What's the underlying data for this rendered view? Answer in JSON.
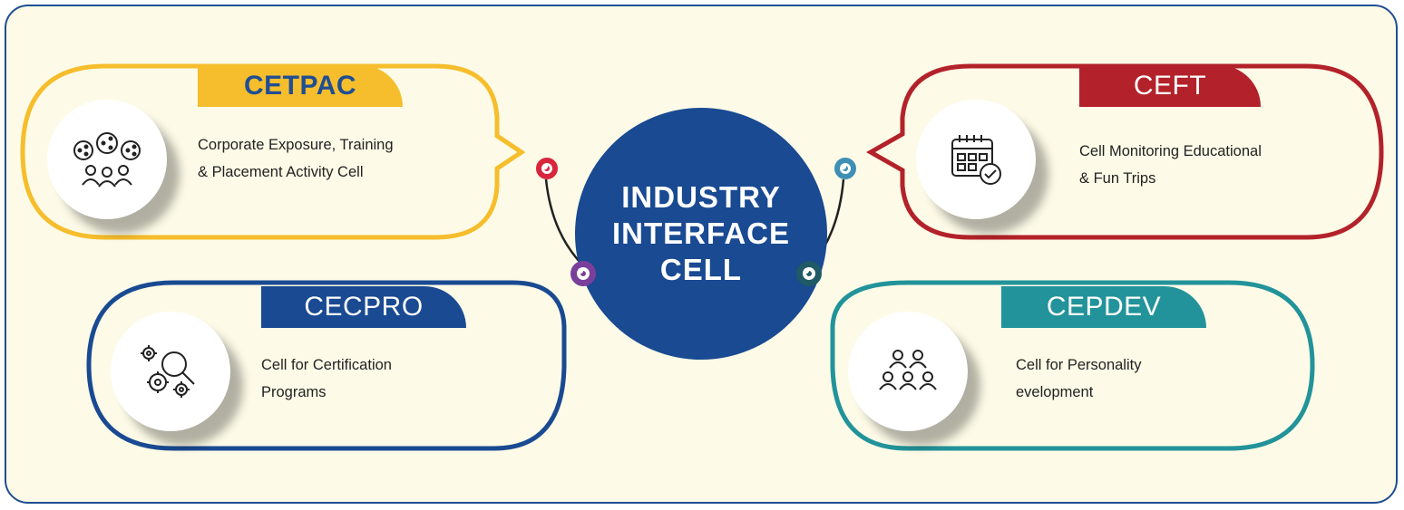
{
  "center": {
    "title": "INDUSTRY INTERFACE CELL"
  },
  "colors": {
    "frame": "#1f4e93",
    "background": "#fdfbe7",
    "center": "#194a92",
    "cetpac": "#f6bd2c",
    "cetpac_text": "#1f4e93",
    "ceft": "#b3222a",
    "cecpro": "#194a92",
    "cepdev": "#22939a",
    "node_red": "#d7263d",
    "node_blue": "#3f8fb5",
    "node_purple": "#7a3f9a",
    "node_teal": "#1f5a66"
  },
  "cells": [
    {
      "id": "cetpac",
      "tab": "CETPAC",
      "line1": "Corporate Exposure, Training",
      "line2": "& Placement Activity Cell",
      "icon": "people-share-icon"
    },
    {
      "id": "ceft",
      "tab": "CEFT",
      "line1": "Cell Monitoring Educational",
      "line2": "& Fun Trips",
      "icon": "calendar-check-icon"
    },
    {
      "id": "cecpro",
      "tab": "CECPRO",
      "line1": "Cell for Certification",
      "line2": "Programs",
      "icon": "gears-search-icon"
    },
    {
      "id": "cepdev",
      "tab": "CEPDEV",
      "line1": "Cell for Personality",
      "line2": "evelopment",
      "icon": "people-group-icon"
    }
  ]
}
